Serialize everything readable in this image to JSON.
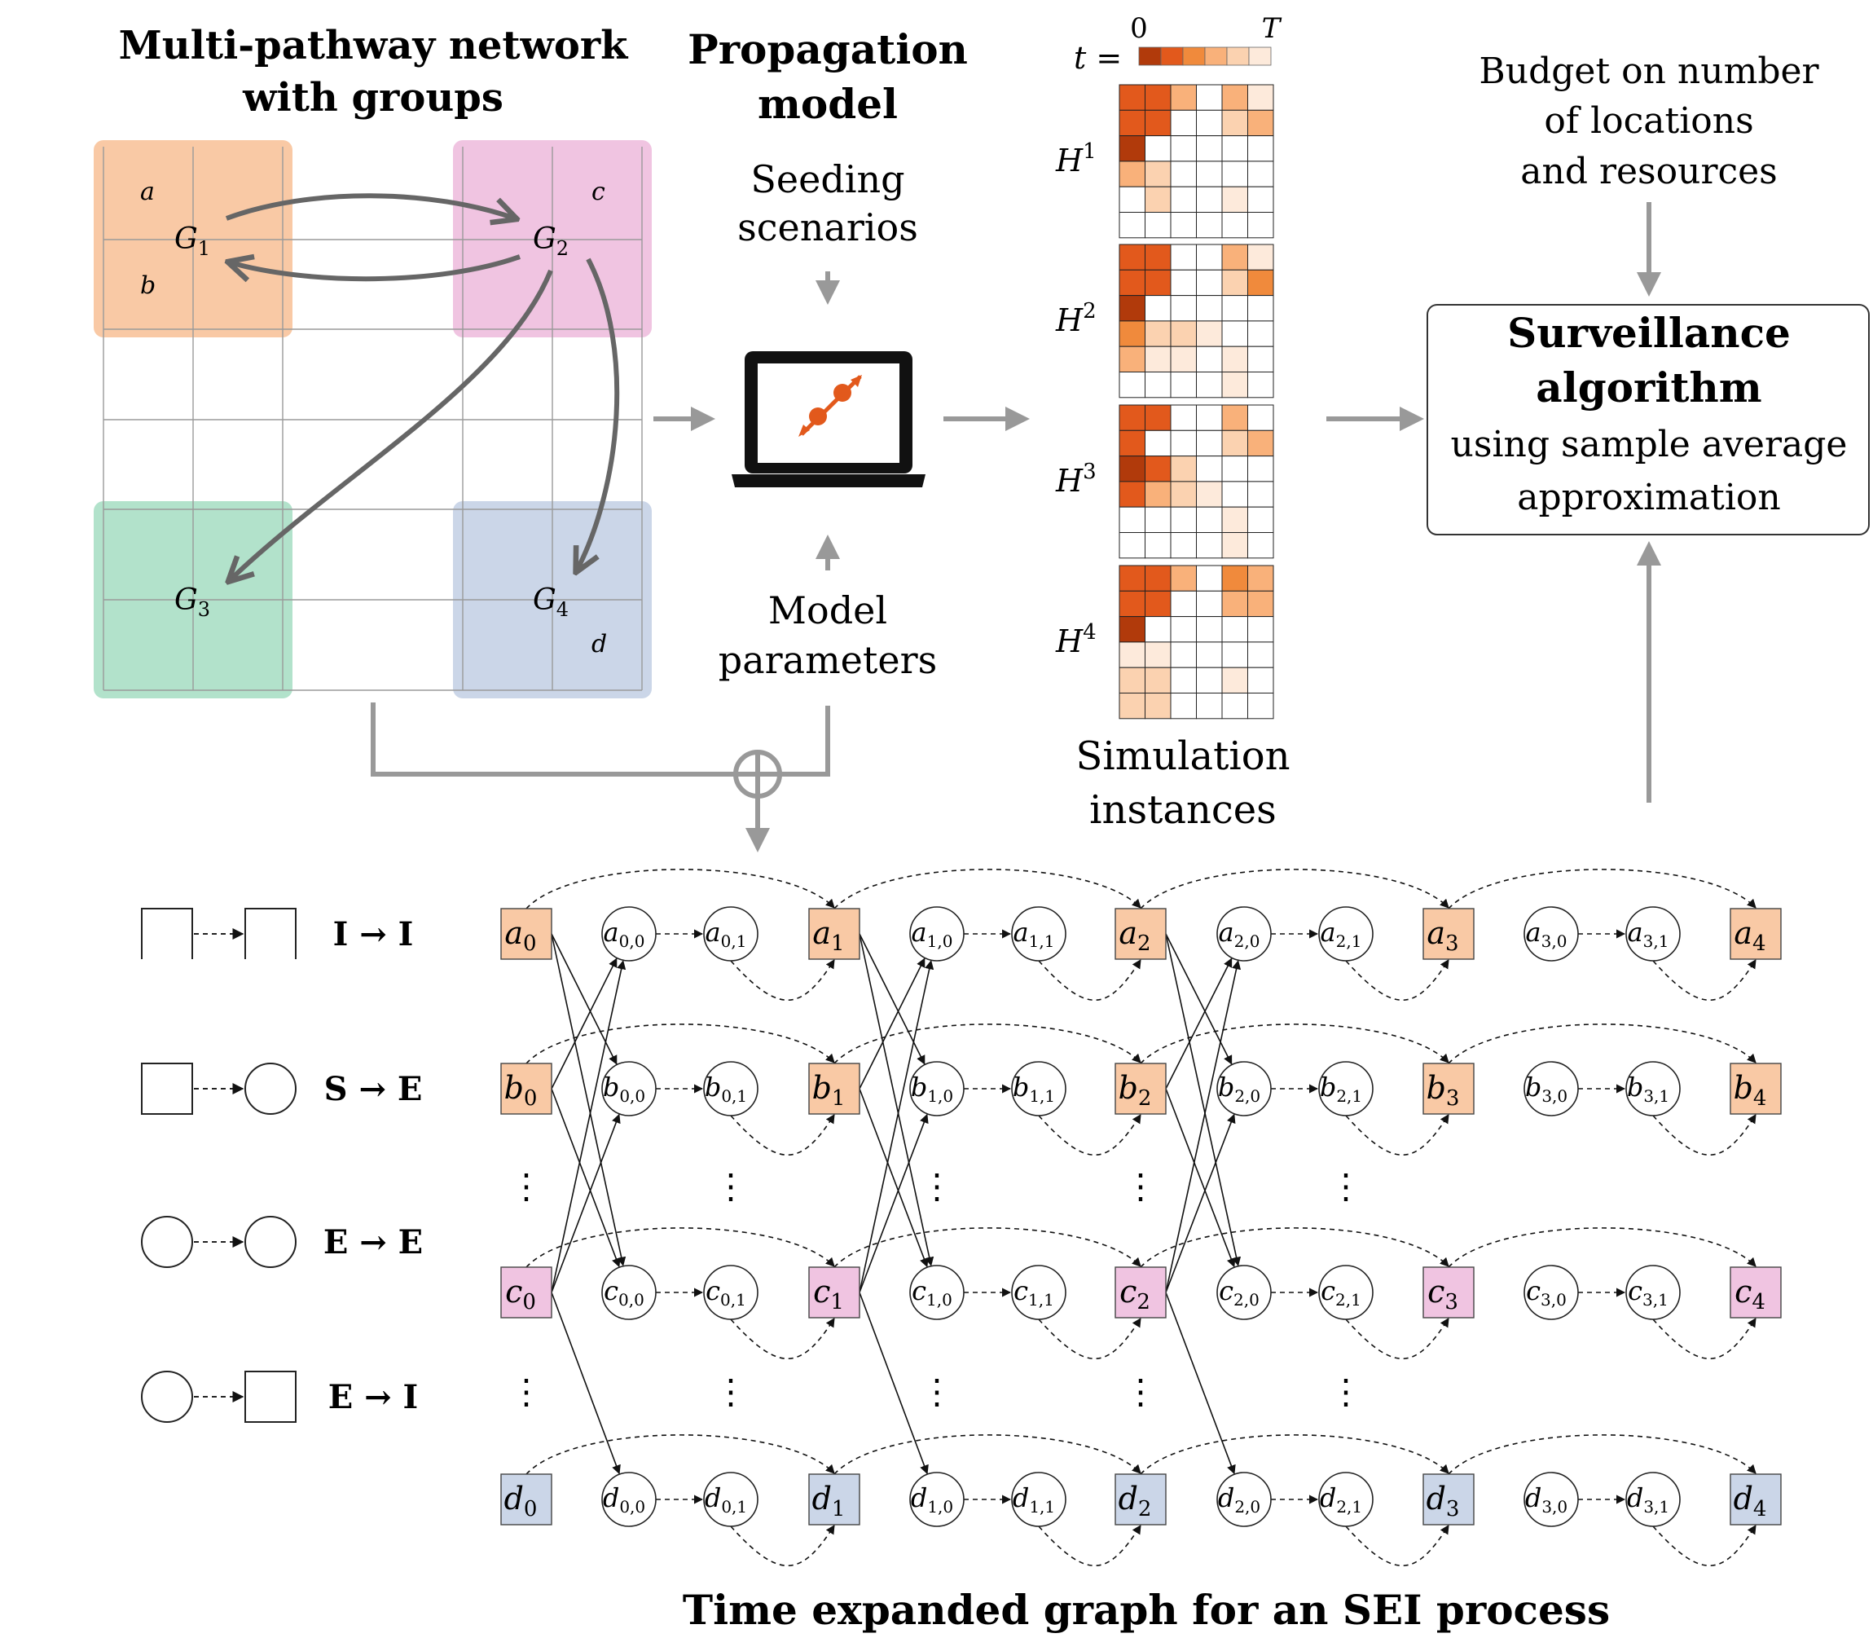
{
  "network": {
    "title_line1": "Multi-pathway network",
    "title_line2": "with groups",
    "groups": [
      {
        "base": "G",
        "sub": "1",
        "color": "#f9c9a5",
        "corner_labels": [
          "a",
          "b"
        ]
      },
      {
        "base": "G",
        "sub": "2",
        "color": "#f0c4e1",
        "corner_labels": [
          "c"
        ]
      },
      {
        "base": "G",
        "sub": "3",
        "color": "#b2e2cb",
        "corner_labels": []
      },
      {
        "base": "G",
        "sub": "4",
        "color": "#cbd6e8",
        "corner_labels": [
          "d"
        ]
      }
    ]
  },
  "propagation": {
    "title_line1": "Propagation",
    "title_line2": "model",
    "seeding_line1": "Seeding",
    "seeding_line2": "scenarios",
    "params_line1": "Model",
    "params_line2": "parameters",
    "laptop_icon": "laptop-icon",
    "accent": "#e2591c"
  },
  "simulation": {
    "t_label": "t =",
    "t_start": "0",
    "t_end": "T",
    "palette": [
      "#ffffff",
      "#fdeadb",
      "#fbd2b0",
      "#f9b17a",
      "#f08a3c",
      "#e2591c",
      "#b13a0b"
    ],
    "scale": [
      6,
      5,
      4,
      3,
      2,
      1
    ],
    "instances": [
      {
        "label": "H",
        "sup": "1",
        "grid": [
          [
            5,
            5,
            3,
            0,
            3,
            1
          ],
          [
            5,
            5,
            0,
            0,
            2,
            3
          ],
          [
            6,
            0,
            0,
            0,
            0,
            0
          ],
          [
            3,
            2,
            0,
            0,
            0,
            0
          ],
          [
            0,
            2,
            0,
            0,
            1,
            0
          ],
          [
            0,
            0,
            0,
            0,
            0,
            0
          ]
        ]
      },
      {
        "label": "H",
        "sup": "2",
        "grid": [
          [
            5,
            5,
            0,
            0,
            3,
            1
          ],
          [
            5,
            5,
            0,
            0,
            2,
            4
          ],
          [
            6,
            0,
            0,
            0,
            0,
            0
          ],
          [
            4,
            2,
            2,
            1,
            0,
            0
          ],
          [
            3,
            1,
            1,
            0,
            1,
            0
          ],
          [
            0,
            0,
            0,
            0,
            1,
            0
          ]
        ]
      },
      {
        "label": "H",
        "sup": "3",
        "grid": [
          [
            5,
            5,
            0,
            0,
            3,
            0
          ],
          [
            5,
            0,
            0,
            0,
            2,
            3
          ],
          [
            6,
            5,
            2,
            0,
            0,
            0
          ],
          [
            5,
            3,
            2,
            1,
            0,
            0
          ],
          [
            0,
            0,
            0,
            0,
            1,
            0
          ],
          [
            0,
            0,
            0,
            0,
            1,
            0
          ]
        ]
      },
      {
        "label": "H",
        "sup": "4",
        "grid": [
          [
            5,
            5,
            3,
            0,
            4,
            3
          ],
          [
            5,
            5,
            0,
            0,
            3,
            3
          ],
          [
            6,
            0,
            0,
            0,
            0,
            0
          ],
          [
            1,
            1,
            0,
            0,
            0,
            0
          ],
          [
            2,
            2,
            0,
            0,
            1,
            0
          ],
          [
            2,
            2,
            0,
            0,
            0,
            0
          ]
        ]
      }
    ],
    "caption_line1": "Simulation",
    "caption_line2": "instances"
  },
  "budget": {
    "line1": "Budget on number",
    "line2": "of locations",
    "line3": "and resources"
  },
  "surveillance": {
    "line1": "Surveillance",
    "line2": "algorithm",
    "line3": "using sample average",
    "line4": "approximation"
  },
  "legend": [
    {
      "from": "half-square",
      "to": "half-square",
      "label": "I → I"
    },
    {
      "from": "square",
      "to": "circle",
      "label": "S → E"
    },
    {
      "from": "circle",
      "to": "circle",
      "label": "E → E"
    },
    {
      "from": "circle",
      "to": "square",
      "label": "E → I"
    }
  ],
  "teg": {
    "title": "Time expanded graph for an SEI process",
    "ellipsis": "⋮",
    "time_steps": [
      "0",
      "1",
      "2",
      "3",
      "4"
    ],
    "rows": [
      {
        "node": "a",
        "color": "#f9c9a5"
      },
      {
        "node": "b",
        "color": "#f9c9a5"
      },
      {
        "node": "c",
        "color": "#f0c4e1"
      },
      {
        "node": "d",
        "color": "#cbd6e8"
      }
    ],
    "edges_from_squares": [
      [
        "a",
        0,
        "b",
        "1,0"
      ],
      [
        "a",
        1,
        "b",
        "2,0"
      ],
      [
        "a",
        2,
        "b",
        "3,0"
      ],
      [
        "a",
        0,
        "c",
        "1,0"
      ],
      [
        "a",
        1,
        "c",
        "2,0"
      ],
      [
        "a",
        2,
        "c",
        "3,0"
      ],
      [
        "b",
        0,
        "a",
        "1,0"
      ],
      [
        "b",
        1,
        "a",
        "2,0"
      ],
      [
        "b",
        2,
        "a",
        "3,0"
      ],
      [
        "b",
        0,
        "c",
        "1,0"
      ],
      [
        "b",
        1,
        "c",
        "2,0"
      ],
      [
        "b",
        2,
        "c",
        "3,0"
      ],
      [
        "c",
        0,
        "a",
        "1,0"
      ],
      [
        "c",
        1,
        "a",
        "2,0"
      ],
      [
        "c",
        2,
        "a",
        "3,0"
      ],
      [
        "c",
        0,
        "b",
        "1,0"
      ],
      [
        "c",
        1,
        "b",
        "2,0"
      ],
      [
        "c",
        2,
        "b",
        "3,0"
      ],
      [
        "c",
        0,
        "d",
        "1,0"
      ],
      [
        "c",
        1,
        "d",
        "2,0"
      ],
      [
        "c",
        2,
        "d",
        "3,0"
      ]
    ]
  }
}
